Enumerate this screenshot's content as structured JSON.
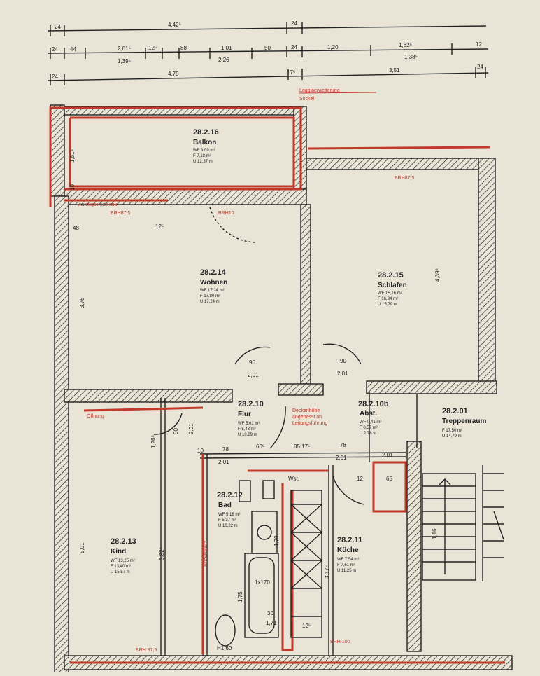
{
  "colors": {
    "paper": "#e9e4d6",
    "ink": "#222222",
    "red": "#c0392b"
  },
  "dims_top": {
    "row1": [
      "24",
      "4,42⁵",
      "24"
    ],
    "row2": [
      "24",
      "44",
      "2,01⁵",
      "12⁵",
      "88",
      "1,01",
      "50",
      "24",
      "1,20",
      "1,62⁵",
      "12"
    ],
    "row2_sub": [
      "1,39⁵",
      "2,26",
      "1,38⁵"
    ],
    "row3": [
      "24",
      "4,79",
      "17⁵",
      "3,51",
      "24"
    ]
  },
  "notes": {
    "loggia": "Loggiaerweiterung",
    "sockel": "Sockel",
    "brh_balkon": "BRH87,5",
    "brh_schlafen": "BRH87,5",
    "brh_door": "BRH10",
    "aufzug": "Aufzugschutz neu",
    "brh_kind": "BRH 87,5",
    "brh_kueche": "BRH 100",
    "wandoeffnung": "Öffnung",
    "decken1": "Deckenhöhe",
    "decken2": "angepasst an",
    "decken3": "Leitungsführung",
    "trockenputz": "Trockenputz",
    "wst": "Wst."
  },
  "rooms": [
    {
      "id": "28.2.16",
      "name": "Balkon",
      "area": [
        "WF 3,09 m²",
        "F 7,18 m²",
        "U 12,37 m"
      ]
    },
    {
      "id": "28.2.14",
      "name": "Wohnen",
      "area": [
        "WF 17,24 m²",
        "F 17,80 m²",
        "U 17,24 m"
      ]
    },
    {
      "id": "28.2.15",
      "name": "Schlafen",
      "area": [
        "WF 15,16 m²",
        "F 16,34 m²",
        "U 15,79 m"
      ]
    },
    {
      "id": "28.2.10",
      "name": "Flur",
      "area": [
        "WF 5,61 m²",
        "F 5,43 m²",
        "U 10,89 m"
      ]
    },
    {
      "id": "28.2.10b",
      "name": "Abst.",
      "area": [
        "WF 0,41 m²",
        "F 0,57 m²",
        "U 2,78 m"
      ]
    },
    {
      "id": "28.2.01",
      "name": "Treppenraum",
      "area": [
        "F 17,50 m²",
        "U 14,79 m"
      ]
    },
    {
      "id": "28.2.12",
      "name": "Bad",
      "area": [
        "WF 5,16 m²",
        "F 5,37 m²",
        "U 10,22 m"
      ]
    },
    {
      "id": "28.2.13",
      "name": "Kind",
      "area": [
        "WF 13,25 m²",
        "F 13,40 m²",
        "U 15,57 m"
      ]
    },
    {
      "id": "28.2.11",
      "name": "Küche",
      "area": [
        "WF 7,54 m²",
        "F 7,61 m²",
        "U 11,25 m"
      ]
    }
  ],
  "dims_inner": {
    "balkon_h": "1,51⁵",
    "balkon_w": "10",
    "wohnen_h": "3,76",
    "wall48": "48",
    "door_w1": "12⁵",
    "schlafen_h": "4,39⁵",
    "d90a": "90",
    "d201a": "2,01",
    "d90b": "90",
    "d201b": "2,01",
    "kind_h": "5,01",
    "kind_h2": "3,32⁵",
    "d1265": "1,26⁵",
    "d90c": "90",
    "d201c": "2,01",
    "d78a": "78",
    "d201d": "2,01",
    "d605": "60⁵",
    "d8517": "85 17⁵",
    "d78b": "78",
    "d201e": "2,01",
    "d201f": "2,01",
    "d12": "12",
    "d65": "65",
    "d10": "10",
    "d125": "12⁵",
    "kueche_h": "3,17⁵",
    "bad_h": "1,70",
    "bad_h2": "1,75",
    "bath": "1x170",
    "d30": "30",
    "d171": "1,71",
    "h160": "H1,60",
    "treppe": "1,16"
  }
}
